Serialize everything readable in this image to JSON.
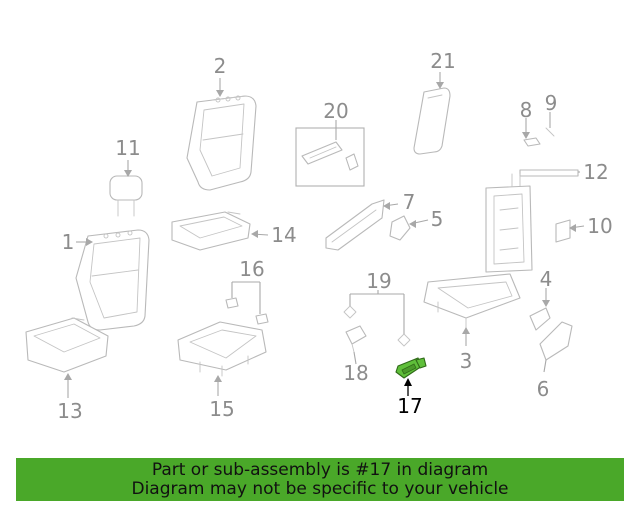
{
  "diagram": {
    "callouts": [
      {
        "id": "1",
        "label": "1"
      },
      {
        "id": "2",
        "label": "2"
      },
      {
        "id": "3",
        "label": "3"
      },
      {
        "id": "4",
        "label": "4"
      },
      {
        "id": "5",
        "label": "5"
      },
      {
        "id": "6",
        "label": "6"
      },
      {
        "id": "7",
        "label": "7"
      },
      {
        "id": "8",
        "label": "8"
      },
      {
        "id": "9",
        "label": "9"
      },
      {
        "id": "10",
        "label": "10"
      },
      {
        "id": "11",
        "label": "11"
      },
      {
        "id": "12",
        "label": "12"
      },
      {
        "id": "13",
        "label": "13"
      },
      {
        "id": "14",
        "label": "14"
      },
      {
        "id": "15",
        "label": "15"
      },
      {
        "id": "16",
        "label": "16"
      },
      {
        "id": "17",
        "label": "17"
      },
      {
        "id": "18",
        "label": "18"
      },
      {
        "id": "19",
        "label": "19"
      },
      {
        "id": "20",
        "label": "20"
      },
      {
        "id": "21",
        "label": "21"
      }
    ],
    "highlighted_part": "17",
    "highlight_color": "#5fbf3a"
  },
  "banner": {
    "line1": "Part or sub-assembly is #17 in diagram",
    "line2": "Diagram may not be specific to your vehicle",
    "background_color": "#4aa829"
  }
}
